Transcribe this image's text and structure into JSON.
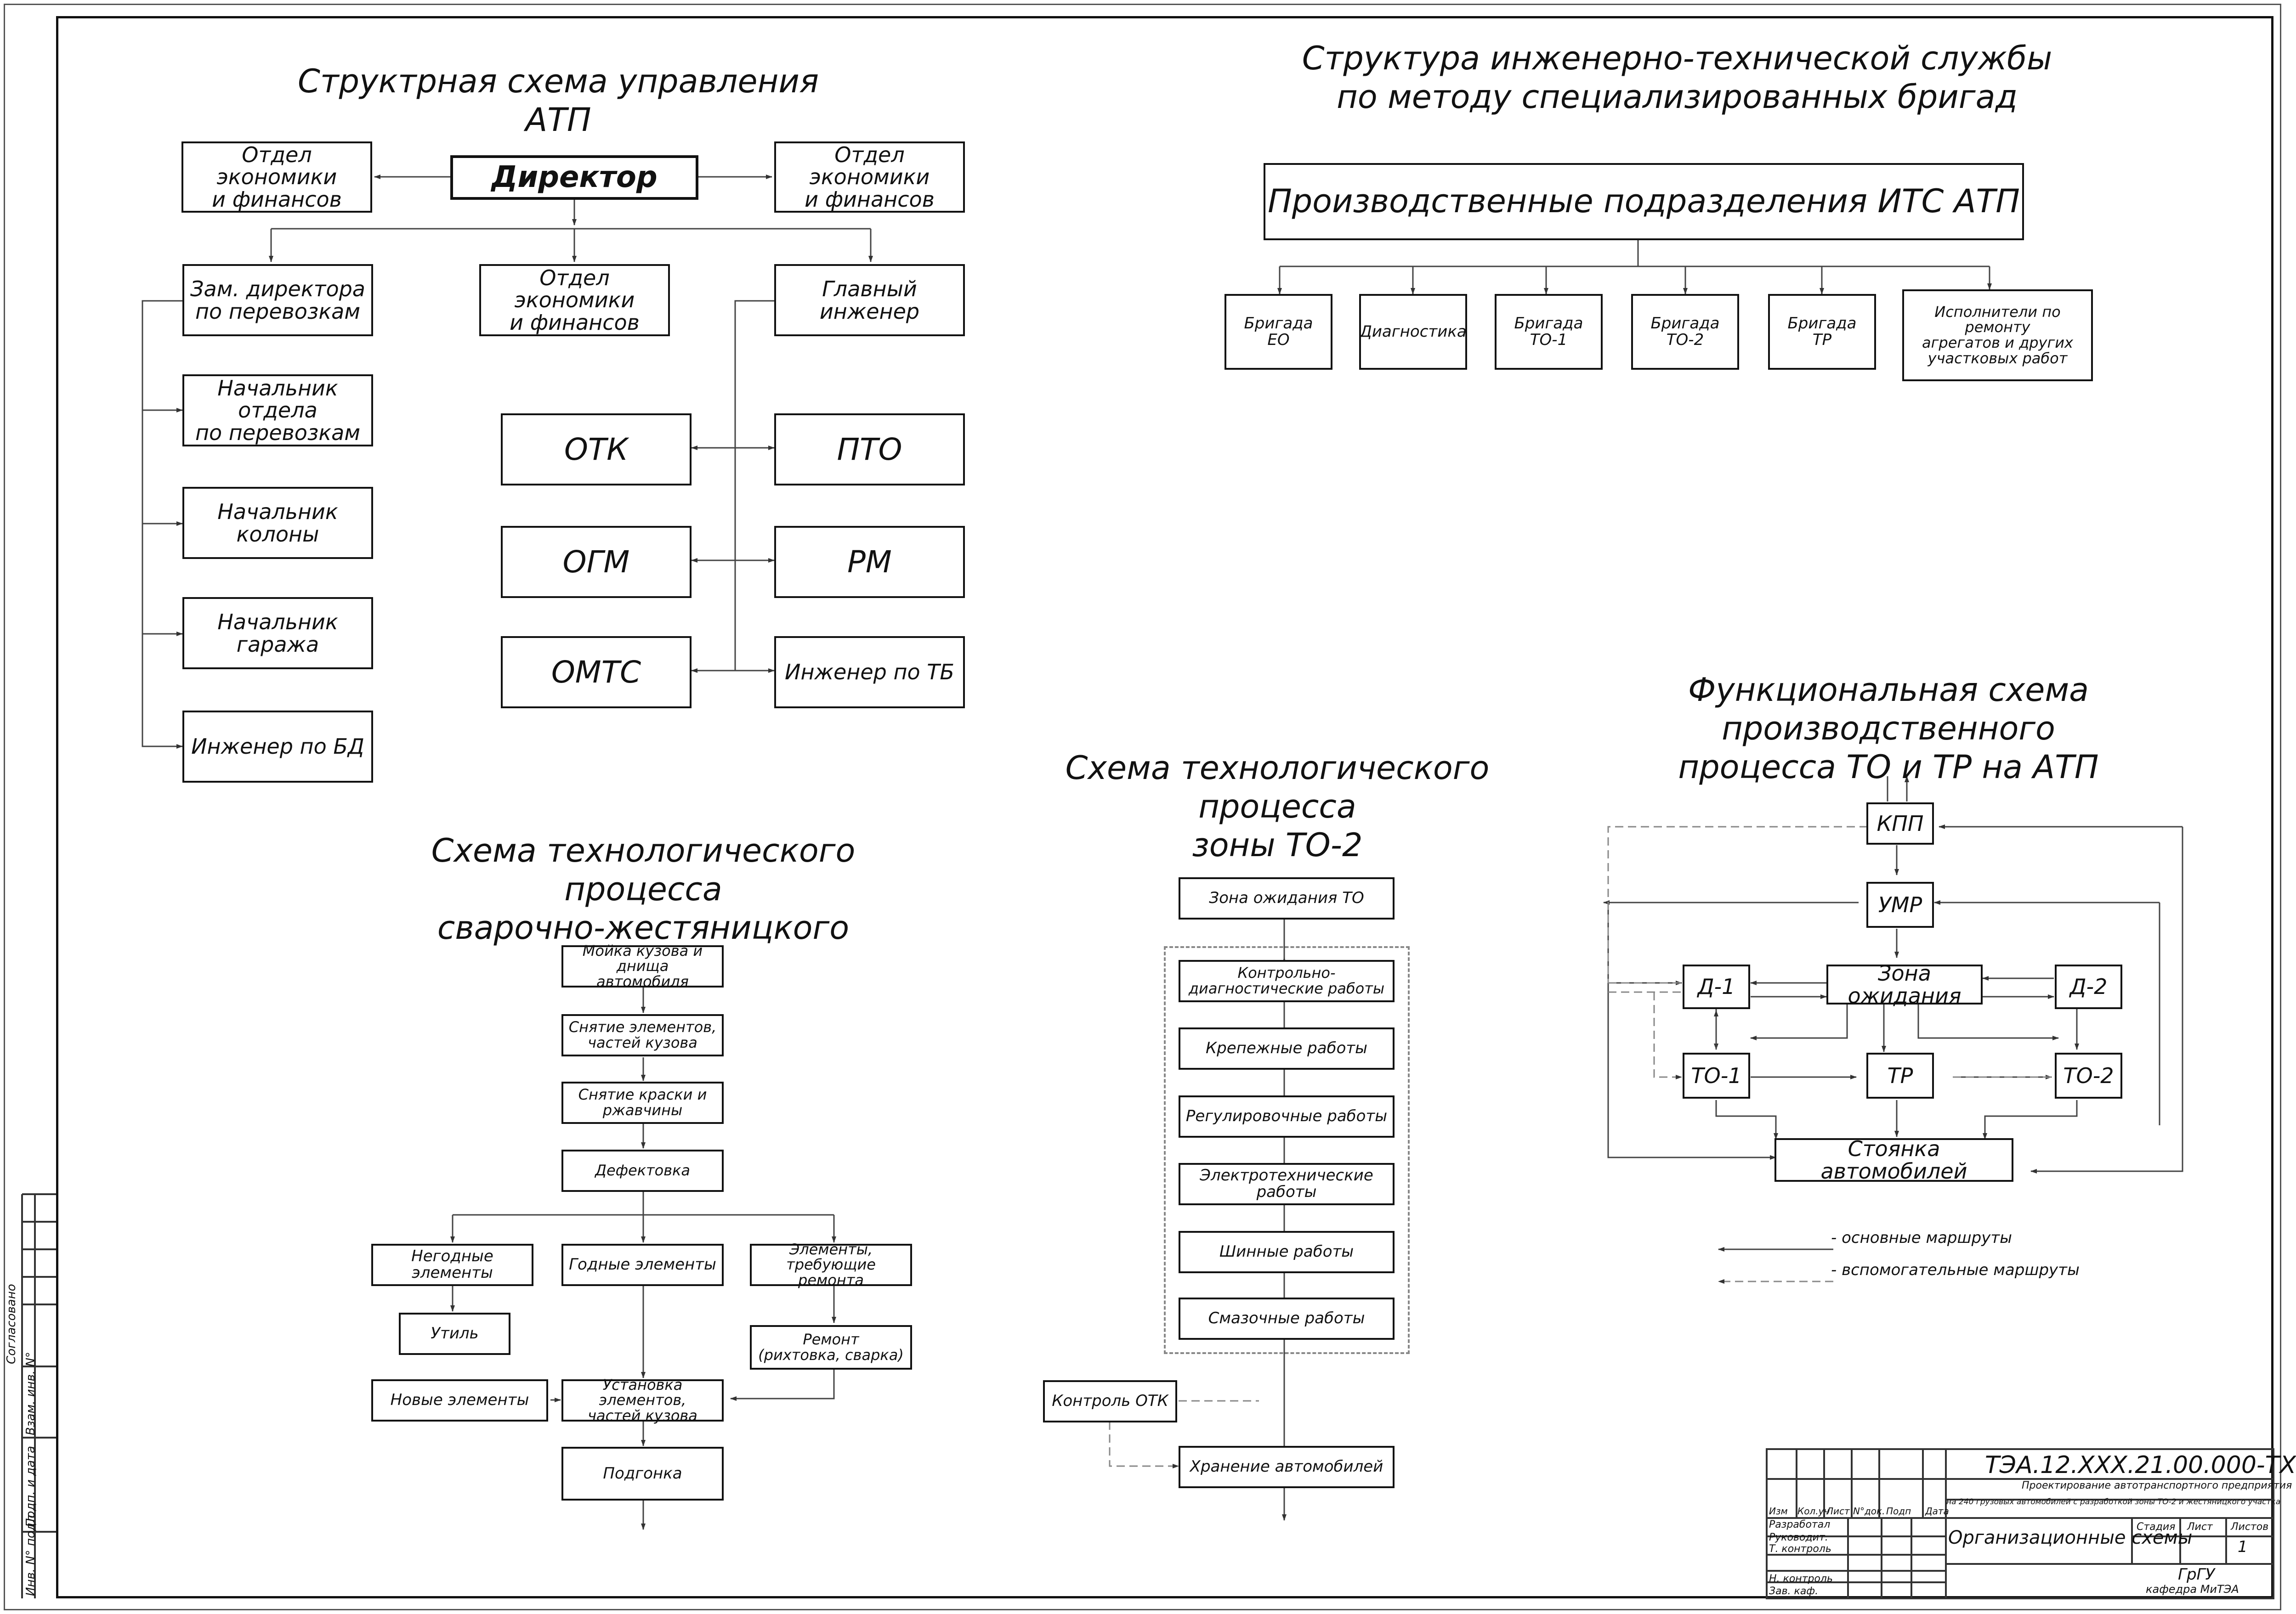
{
  "atp": {
    "title": "Структрная схема управления АТП",
    "director": "Директор",
    "econ_left": "Отдел экономики\nи финансов",
    "econ_right": "Отдел экономики\nи финансов",
    "econ_mid": "Отдел экономики\nи финансов",
    "deputy": "Зам. директора\nпо перевозкам",
    "chief_eng": "Главный\nинженер",
    "head_dept": "Начальник отдела\nпо перевозкам",
    "head_col": "Начальник\nколоны",
    "head_gar": "Начальник\nгаража",
    "eng_bd": "Инженер по БД",
    "otk": "ОТК",
    "ogm": "ОГМ",
    "omts": "ОМТС",
    "pto": "ПТО",
    "rm": "РМ",
    "eng_tb": "Инженер по ТБ"
  },
  "its": {
    "title": "Структура инженерно-технической службы\nпо методу специализированных бригад",
    "main": "Производственные подразделения ИТС АТП",
    "b1": "Бригада\nЕО",
    "b2": "Диагностика",
    "b3": "Бригада\nТО-1",
    "b4": "Бригада\nТО-2",
    "b5": "Бригада\nТР",
    "b6": "Исполнители по ремонту\nагрегатов и других\nучастковых работ"
  },
  "weld": {
    "title": "Схема технологического процесса\nсварочно-жестяницкого участка",
    "s1": "Мойка кузова и днища\nавтомобиля",
    "s2": "Снятие элементов,\nчастей кузова",
    "s3": "Снятие краски и\nржавчины",
    "s4": "Дефектовка",
    "bad": "Негодные элементы",
    "good": "Годные элементы",
    "repair_need": "Элементы, требующие\nремонта",
    "scrap": "Утиль",
    "repair": "Ремонт\n(рихтовка, сварка)",
    "new": "Новые элементы",
    "install": "Установка элементов,\nчастей кузова",
    "fit": "Подгонка"
  },
  "to2": {
    "title": "Схема технологического процесса\nзоны ТО-2",
    "wait": "Зона ожидания ТО",
    "diag": "Контрольно-\nдиагностические работы",
    "fix": "Крепежные работы",
    "adj": "Регулировочные работы",
    "elec": "Электротехнические работы",
    "tire": "Шинные работы",
    "lube": "Смазочные работы",
    "otk": "Контроль ОТК",
    "store": "Хранение автомобилей"
  },
  "func": {
    "title": "Функциональная схема производственного\nпроцесса ТО и ТР на АТП",
    "kpp": "КПП",
    "umr": "УМР",
    "d1": "Д-1",
    "wait": "Зона ожидания",
    "d2": "Д-2",
    "to1": "ТО-1",
    "tr": "ТР",
    "to2": "ТО-2",
    "park": "Стоянка автомобилей",
    "legend_main": "- основные маршруты",
    "legend_aux": "- вспомогательные маршруты"
  },
  "stamp": {
    "code": "ТЭА.12.ХХХ.21.00.000-ТХ",
    "desc1": "Проектирование автотранспортного предприятия",
    "desc2": "на 240 грузовых автомобилей с разработкой зоны ТО-2 и жестяницкого участка",
    "sheet_name": "Организационные схемы",
    "stage": "Стадия",
    "list": "Лист",
    "lists": "Листов",
    "list_num": "1",
    "org1": "ГрГУ",
    "org2": "кафедра МиТЭА",
    "h_izm": "Изм",
    "h_kol": "Кол.уч",
    "h_list": "Лист",
    "h_doc": "N°док.",
    "h_podp": "Подп",
    "h_date": "Дата",
    "r1": "Разработал",
    "r2": "Руководит.",
    "r3": "Т. контроль",
    "r4": "Н. контроль",
    "r5": "Зав. каф."
  },
  "side": {
    "agreed": "Согласовано",
    "inv_zam": "Взам. инв. N°",
    "podp_date": "Подп. и дата",
    "inv_podl": "Инв. N° подл."
  }
}
